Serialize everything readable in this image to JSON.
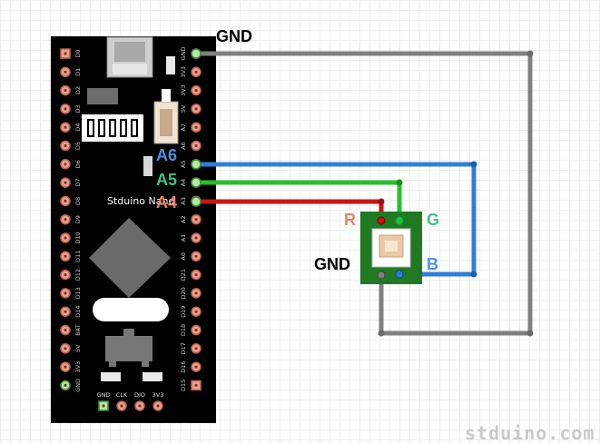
{
  "board": {
    "name": "Stduino Nano",
    "left_pins": [
      "D0",
      "D1",
      "D2",
      "D3",
      "D4",
      "D5",
      "D6",
      "D7",
      "D8",
      "D9",
      "D10",
      "D11",
      "D12",
      "D13",
      "D14",
      "BAT",
      "5V",
      "3V3",
      "GND"
    ],
    "right_pins": [
      "GND",
      "3V3",
      "3V3",
      "5V",
      "A7",
      "A6",
      "A5",
      "A4",
      "A3",
      "A2",
      "A1",
      "A0",
      "D21",
      "D20",
      "D19",
      "D18",
      "D17",
      "D16",
      "D15"
    ],
    "bottom_pins": [
      "GND",
      "CLK",
      "DIO",
      "3V3"
    ]
  },
  "labels": {
    "gnd_top": "GND",
    "a6": "A6",
    "a5": "A5",
    "a4": "A4",
    "led_r": "R",
    "led_g": "G",
    "led_b": "B",
    "gnd_led": "GND"
  },
  "colors": {
    "wire_gnd": "#808080",
    "wire_blue": "#2f7fd8",
    "wire_green": "#25c02c",
    "wire_red": "#c81414",
    "label_blue": "#4f8fe0",
    "label_green": "#3fc088",
    "label_red": "#e8846a"
  },
  "watermark": "stduino.com"
}
